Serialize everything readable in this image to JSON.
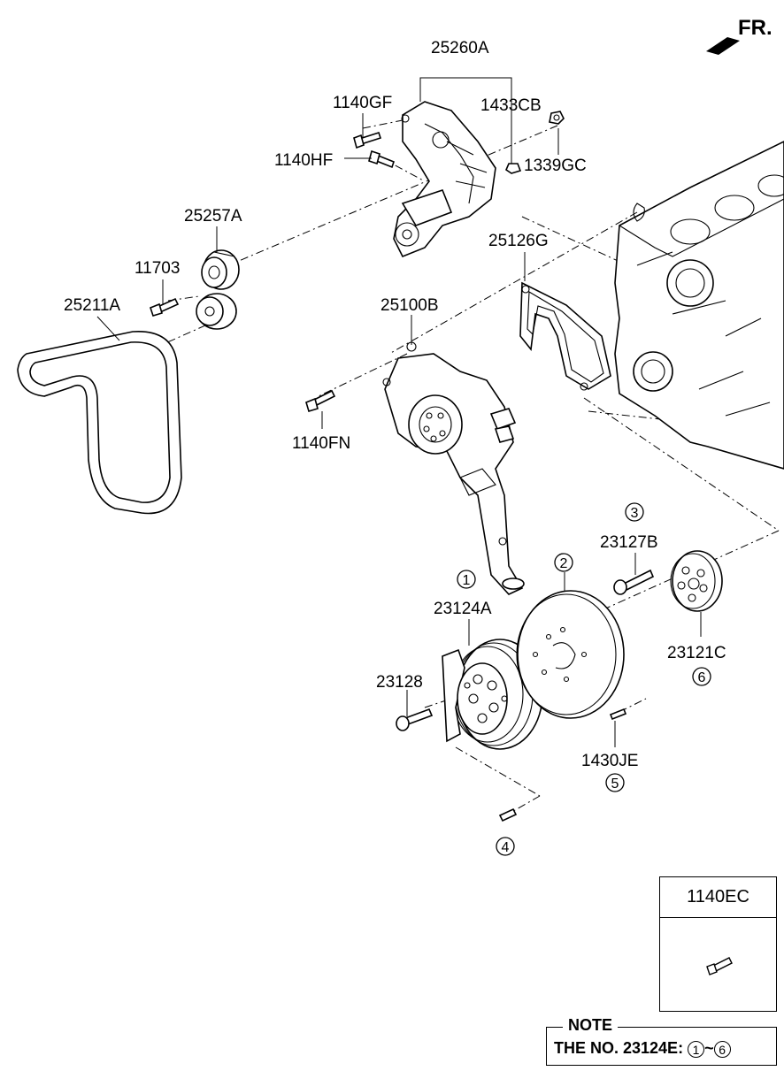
{
  "direction_label": "FR.",
  "labels": {
    "p25260A": "25260A",
    "p1140GF": "1140GF",
    "p1433CB": "1433CB",
    "p1140HF": "1140HF",
    "p1339GC": "1339GC",
    "p25257A": "25257A",
    "p11703": "11703",
    "p25211A": "25211A",
    "p25126G": "25126G",
    "p25100B": "25100B",
    "p1140FN": "1140FN",
    "p23127B": "23127B",
    "p23124A": "23124A",
    "p23121C": "23121C",
    "p23128": "23128",
    "p1430JE": "1430JE"
  },
  "callouts": {
    "c1": "1",
    "c2": "2",
    "c3": "3",
    "c4": "4",
    "c5": "5",
    "c6": "6"
  },
  "legend": {
    "part_number": "1140EC"
  },
  "note": {
    "title": "NOTE",
    "text_prefix": "THE NO. 23124E:",
    "range_start": "1",
    "range_sep": "~",
    "range_end": "6"
  }
}
